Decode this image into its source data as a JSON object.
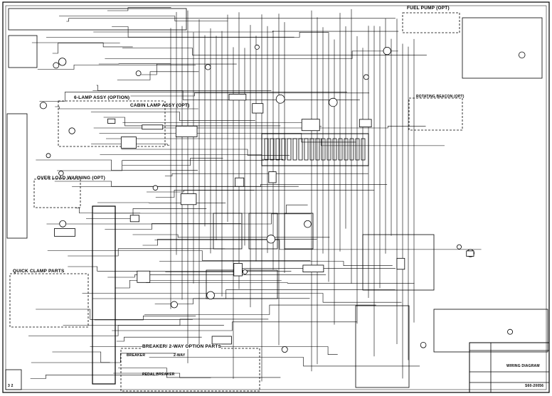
{
  "diagram": {
    "sections": {
      "fuel_pump": "FUEL PUMP (OPT)",
      "six_lamp": "6-LAMP ASSY (OPTION)",
      "cabin_lamp": "CABIN LAMP ASSY (OPT)",
      "over_load": "OVER LOAD WARNING (OPT)",
      "quick_clamp": "QUICK CLAMP PARTS",
      "rotating_beacon": "ROTATING BEACON (OPT)",
      "breaker_2way": "BREAKER/ 2-WAY OPTION PARTS",
      "breaker": "BREAKER",
      "two_way": "2-WAY",
      "pedal_breaker": "PEDAL BREAKER"
    },
    "title_block": {
      "title": "WIRING DIAGRAM",
      "drawing_number": "S60-20056",
      "sheet_mark": "3 2"
    }
  }
}
